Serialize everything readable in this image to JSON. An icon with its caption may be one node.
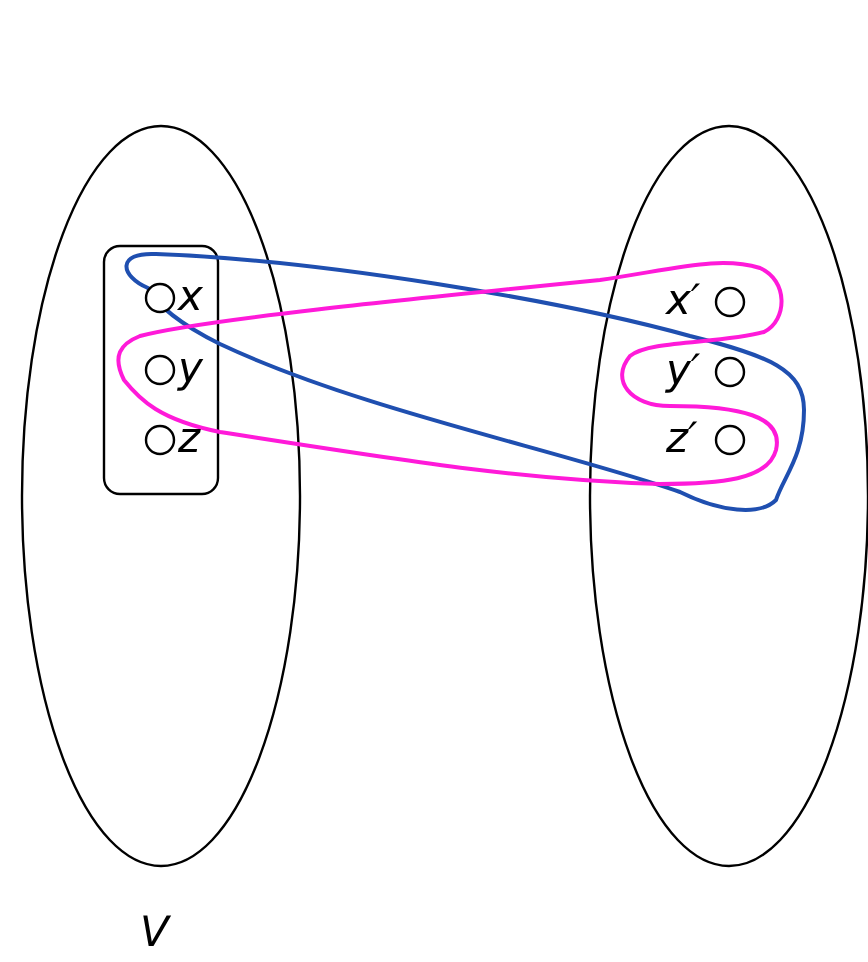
{
  "diagram": {
    "nodes": [
      {
        "text": [
          "V"
        ]
      },
      {
        "text": [],
        "shape": "box",
        "in": 0
      },
      {
        "text": [
          "x"
        ],
        "in": 1
      },
      {
        "text": [
          "y"
        ],
        "in": 1
      },
      {
        "text": [
          "z"
        ],
        "in": 1
      },
      {
        "text": [],
        "shape": "ellipse"
      },
      {
        "text": [
          "x′"
        ],
        "in": 5
      },
      {
        "text": [
          "y′"
        ],
        "in": 5
      },
      {
        "text": [
          "z′"
        ],
        "in": 5
      }
    ],
    "edges": []
  }
}
